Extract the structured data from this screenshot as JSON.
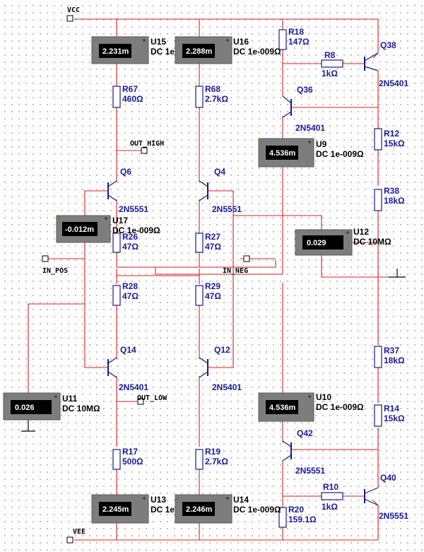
{
  "nets": {
    "vcc": "VCC",
    "vee": "VEE",
    "out_high": "OUT_HIGH",
    "out_low": "OUT_LOW",
    "in_pos": "IN_POS",
    "in_neg": "IN_NEG"
  },
  "meters": {
    "U15": {
      "ref": "U15",
      "value": "2.231m",
      "mode": "DC  1e"
    },
    "U16": {
      "ref": "U16",
      "value": "2.288m",
      "mode": "DC  1e-009Ω"
    },
    "U9": {
      "ref": "U9",
      "value": "4.536m",
      "mode": "DC  1e-009Ω"
    },
    "U17": {
      "ref": "U17",
      "value": "-0.012m",
      "mode": "DC  1e-009Ω"
    },
    "U12": {
      "ref": "U12",
      "value": "0.029",
      "mode": "DC  10MΩ"
    },
    "U11": {
      "ref": "U11",
      "value": "0.026",
      "mode": "DC  10MΩ"
    },
    "U10": {
      "ref": "U10",
      "value": "4.536m",
      "mode": "DC  1e-009Ω"
    },
    "U13": {
      "ref": "U13",
      "value": "2.245m",
      "mode": "DC  1e"
    },
    "U14": {
      "ref": "U14",
      "value": "2.246m",
      "mode": "DC  1e-009Ω"
    }
  },
  "resistors": {
    "R67": {
      "ref": "R67",
      "value": "460Ω"
    },
    "R68": {
      "ref": "R68",
      "value": "2.7kΩ"
    },
    "R18": {
      "ref": "R18",
      "value": "147Ω"
    },
    "R8": {
      "ref": "R8",
      "value": "1kΩ"
    },
    "R12": {
      "ref": "R12",
      "value": "15kΩ"
    },
    "R38": {
      "ref": "R38",
      "value": "18kΩ"
    },
    "R26": {
      "ref": "R26",
      "value": "47Ω"
    },
    "R27": {
      "ref": "R27",
      "value": "47Ω"
    },
    "R28": {
      "ref": "R28",
      "value": "47Ω"
    },
    "R29": {
      "ref": "R29",
      "value": "47Ω"
    },
    "R37": {
      "ref": "R37",
      "value": "18kΩ"
    },
    "R14": {
      "ref": "R14",
      "value": "15kΩ"
    },
    "R17": {
      "ref": "R17",
      "value": "500Ω"
    },
    "R19": {
      "ref": "R19",
      "value": "2.7kΩ"
    },
    "R10": {
      "ref": "R10",
      "value": "1kΩ"
    },
    "R20": {
      "ref": "R20",
      "value": "159.1Ω"
    }
  },
  "transistors": {
    "Q38": {
      "ref": "Q38",
      "model": "2N5401"
    },
    "Q36": {
      "ref": "Q36",
      "model": "2N5401"
    },
    "Q6": {
      "ref": "Q6",
      "model": "2N5551"
    },
    "Q4": {
      "ref": "Q4",
      "model": "2N5551"
    },
    "Q14": {
      "ref": "Q14",
      "model": "2N5401"
    },
    "Q12": {
      "ref": "Q12",
      "model": "2N5401"
    },
    "Q42": {
      "ref": "Q42",
      "model": "2N5551"
    },
    "Q40": {
      "ref": "Q40",
      "model": "2N5551"
    }
  }
}
